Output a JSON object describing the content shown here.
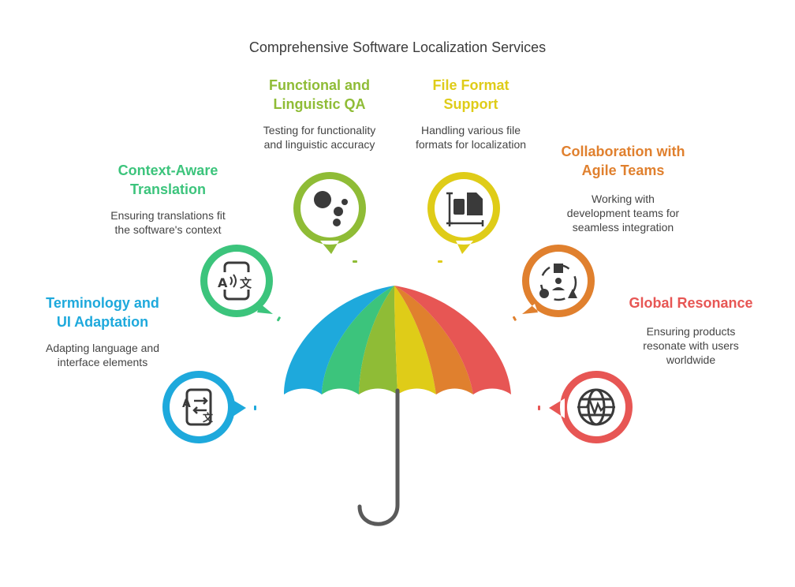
{
  "title": "Comprehensive Software Localization Services",
  "colors": {
    "blue": "#1ea9dc",
    "teal": "#3cc47c",
    "olive": "#8fbc36",
    "yellow": "#dfcc18",
    "orange": "#e0802e",
    "red": "#e75654",
    "handle": "#5a5a5a"
  },
  "nodes": [
    {
      "key": "terminology",
      "icon": "translate-phone-icon",
      "color": "#1ea9dc",
      "title_lines": [
        "Terminology and",
        "UI Adaptation"
      ],
      "desc_lines": [
        "Adapting language and",
        "interface elements"
      ]
    },
    {
      "key": "context",
      "icon": "voice-translate-icon",
      "color": "#3cc47c",
      "title_lines": [
        "Context-Aware",
        "Translation"
      ],
      "desc_lines": [
        "Ensuring translations fit",
        "the software's context"
      ]
    },
    {
      "key": "qa",
      "icon": "circles-icon",
      "color": "#8fbc36",
      "title_lines": [
        "Functional and",
        "Linguistic QA"
      ],
      "desc_lines": [
        "Testing for functionality",
        "and linguistic accuracy"
      ]
    },
    {
      "key": "fileformat",
      "icon": "file-format-icon",
      "color": "#dfcc18",
      "title_lines": [
        "File Format",
        "Support"
      ],
      "desc_lines": [
        "Handling various file",
        "formats for localization"
      ]
    },
    {
      "key": "agile",
      "icon": "team-shapes-icon",
      "color": "#e0802e",
      "title_lines": [
        "Collaboration with",
        "Agile Teams"
      ],
      "desc_lines": [
        "Working with",
        "development teams for",
        "seamless integration"
      ]
    },
    {
      "key": "global",
      "icon": "globe-icon",
      "color": "#e75654",
      "title_lines": [
        "Global Resonance"
      ],
      "desc_lines": [
        "Ensuring products",
        "resonate with users",
        "worldwide"
      ]
    }
  ]
}
